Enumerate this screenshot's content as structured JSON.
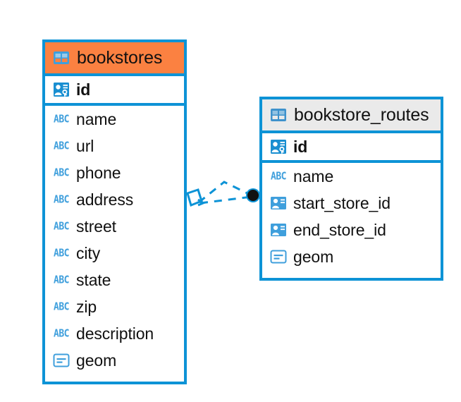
{
  "diagram": {
    "type": "er-diagram",
    "background_color": "#ffffff",
    "accent_color": "#0d93d6",
    "highlight_color": "#fb8141",
    "header_grey": "#eaeaea"
  },
  "entities": [
    {
      "name": "bookstores",
      "header_style": "orange",
      "icon": "table-icon",
      "fields": [
        {
          "label": "id",
          "icon": "primary-key-icon",
          "bold": true,
          "type": "pk"
        },
        {
          "label": "name",
          "icon": "abc-icon",
          "bold": false,
          "type": "text"
        },
        {
          "label": "url",
          "icon": "abc-icon",
          "bold": false,
          "type": "text"
        },
        {
          "label": "phone",
          "icon": "abc-icon",
          "bold": false,
          "type": "text"
        },
        {
          "label": "address",
          "icon": "abc-icon",
          "bold": false,
          "type": "text"
        },
        {
          "label": "street",
          "icon": "abc-icon",
          "bold": false,
          "type": "text"
        },
        {
          "label": "city",
          "icon": "abc-icon",
          "bold": false,
          "type": "text"
        },
        {
          "label": "state",
          "icon": "abc-icon",
          "bold": false,
          "type": "text"
        },
        {
          "label": "zip",
          "icon": "abc-icon",
          "bold": false,
          "type": "text"
        },
        {
          "label": "description",
          "icon": "abc-icon",
          "bold": false,
          "type": "text"
        },
        {
          "label": "geom",
          "icon": "geometry-icon",
          "bold": false,
          "type": "blob"
        }
      ]
    },
    {
      "name": "bookstore_routes",
      "header_style": "grey",
      "icon": "table-icon",
      "fields": [
        {
          "label": "id",
          "icon": "primary-key-icon",
          "bold": true,
          "type": "pk"
        },
        {
          "label": "name",
          "icon": "abc-icon",
          "bold": false,
          "type": "text"
        },
        {
          "label": "start_store_id",
          "icon": "foreign-key-icon",
          "bold": false,
          "type": "fk"
        },
        {
          "label": "end_store_id",
          "icon": "foreign-key-icon",
          "bold": false,
          "type": "fk"
        },
        {
          "label": "geom",
          "icon": "geometry-icon",
          "bold": false,
          "type": "blob"
        }
      ]
    }
  ],
  "relationship": {
    "style": "dashed",
    "color": "#0d93d6",
    "source_marker": "diamond-marker",
    "target_marker": "filled-circle-marker",
    "label": ""
  },
  "icon_text": {
    "abc": "ABC"
  }
}
